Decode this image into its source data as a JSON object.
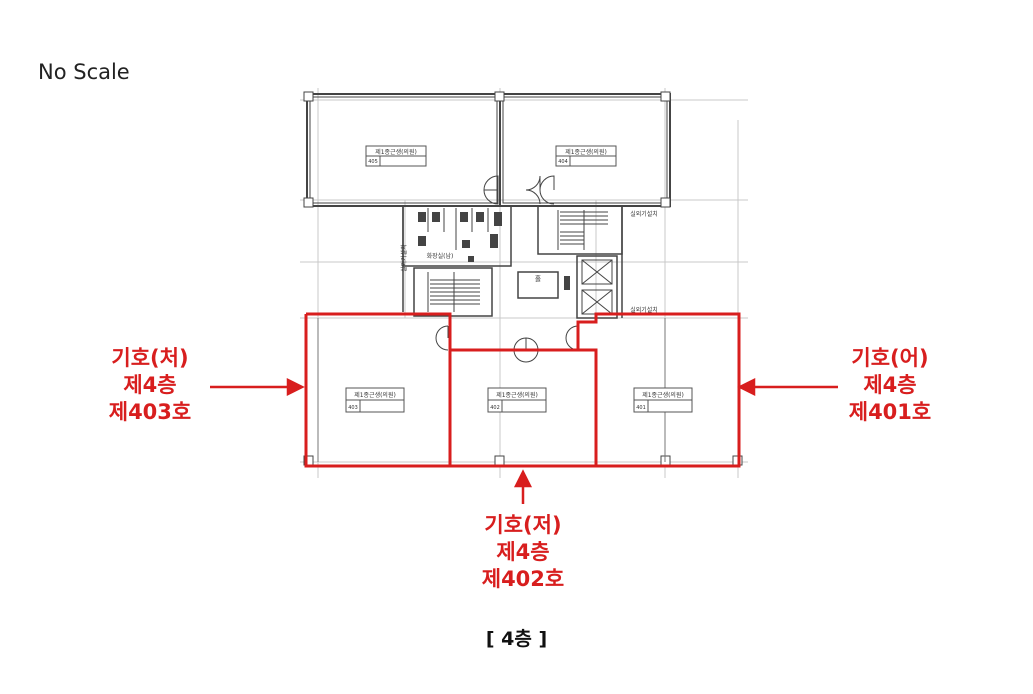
{
  "scale_note": "No Scale",
  "floor_title": "[ 4층 ]",
  "colors": {
    "highlight": "#d81e1e",
    "drawing_line": "#555555",
    "grid_line": "#c8c8c8"
  },
  "rooms_upper": [
    {
      "label": "제1종근생(의원)",
      "number": "405"
    },
    {
      "label": "제1종근생(의원)",
      "number": "404"
    }
  ],
  "rooms_lower": [
    {
      "label": "제1종근생(의원)",
      "number": "403"
    },
    {
      "label": "제1종근생(의원)",
      "number": "402"
    },
    {
      "label": "제1종근생(의원)",
      "number": "401"
    }
  ],
  "core_labels": {
    "restroom": "화장실(남)",
    "hall": "홀",
    "outdoor_unit_top": "실외기설치",
    "outdoor_unit_bottom": "실외기설치",
    "outdoor_unit_left": "실외기설치"
  },
  "callouts": {
    "left": {
      "line1": "기호(처)",
      "line2": "제4층",
      "line3": "제403호"
    },
    "right": {
      "line1": "기호(어)",
      "line2": "제4층",
      "line3": "제401호"
    },
    "bottom": {
      "line1": "기호(저)",
      "line2": "제4층",
      "line3": "제402호"
    }
  }
}
